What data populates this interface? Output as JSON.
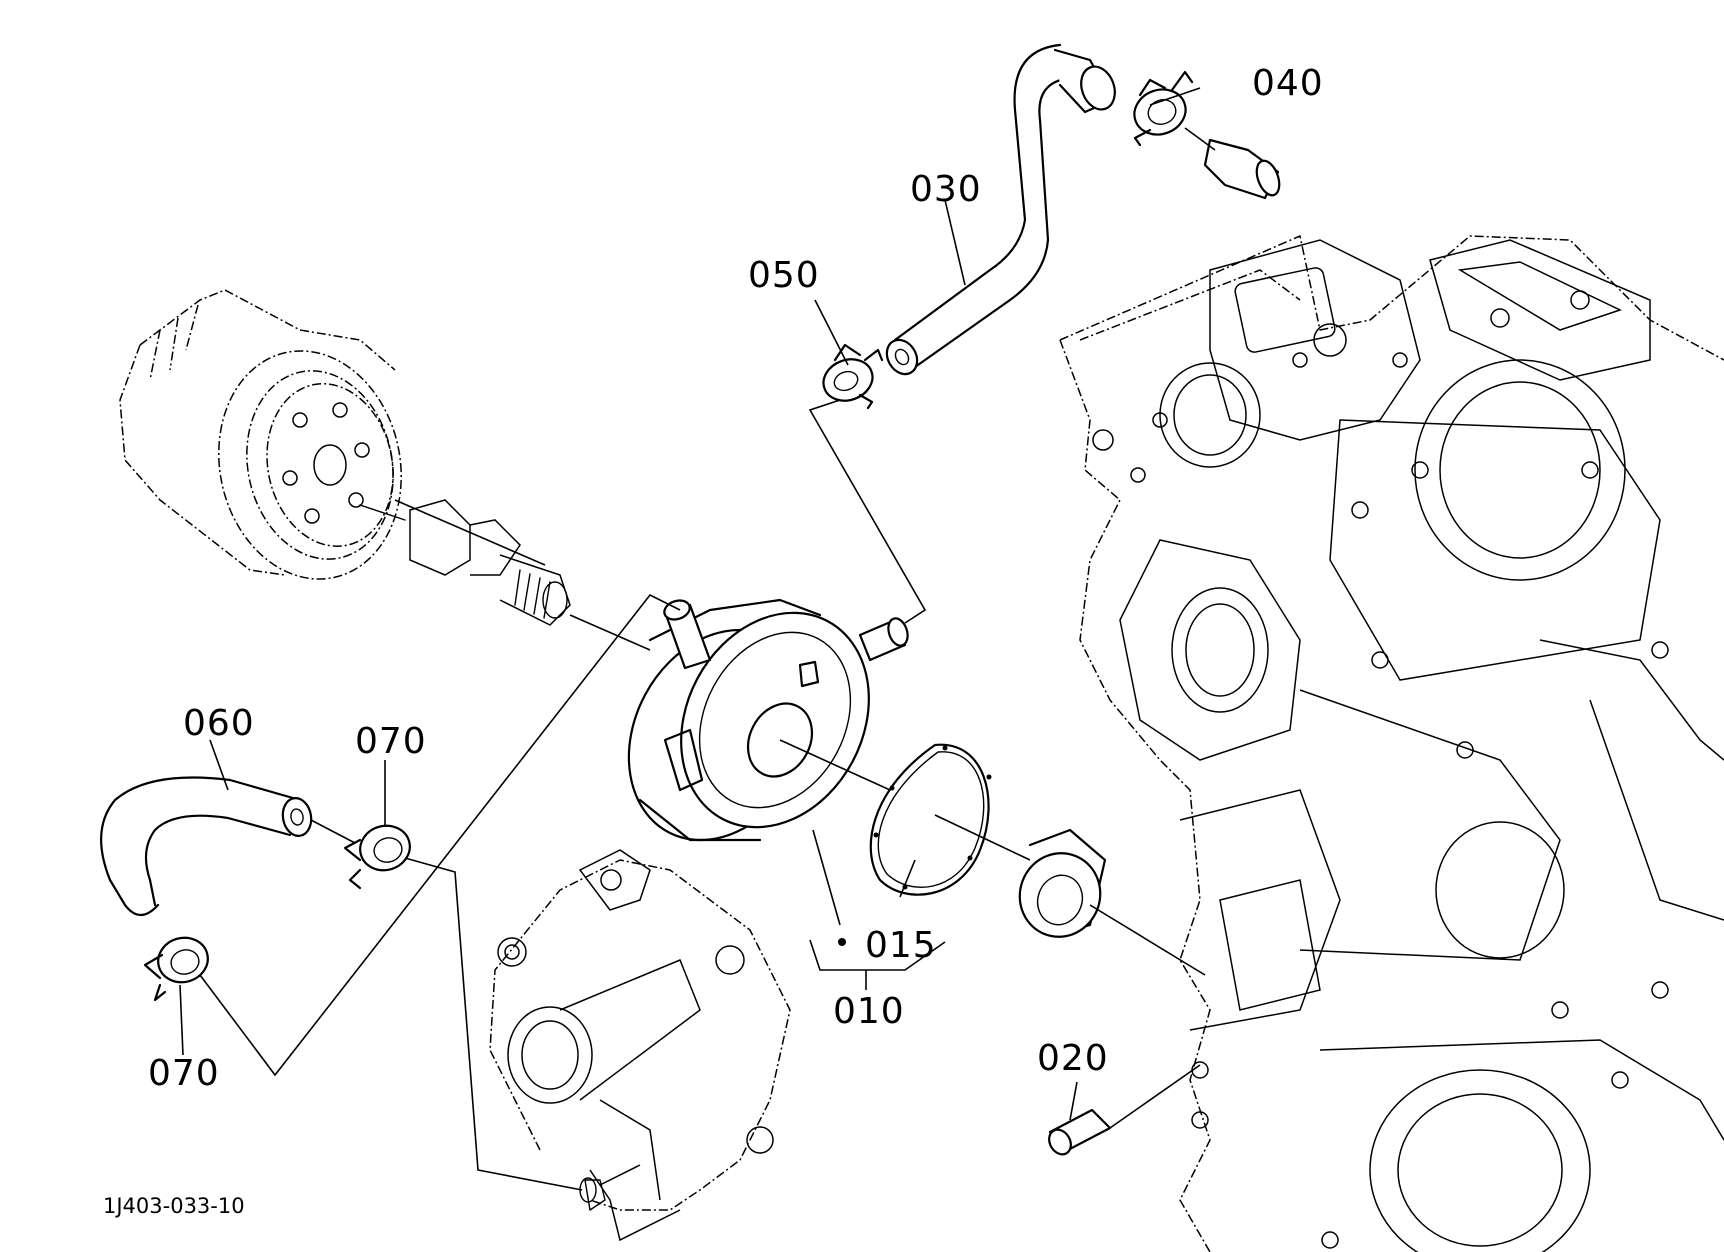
{
  "callouts": {
    "c010": "010",
    "c015": "015",
    "c020": "020",
    "c030": "030",
    "c040": "040",
    "c050": "050",
    "c060": "060",
    "c070_upper": "070",
    "c070_lower": "070"
  },
  "drawing_code": "1J403-033-10"
}
